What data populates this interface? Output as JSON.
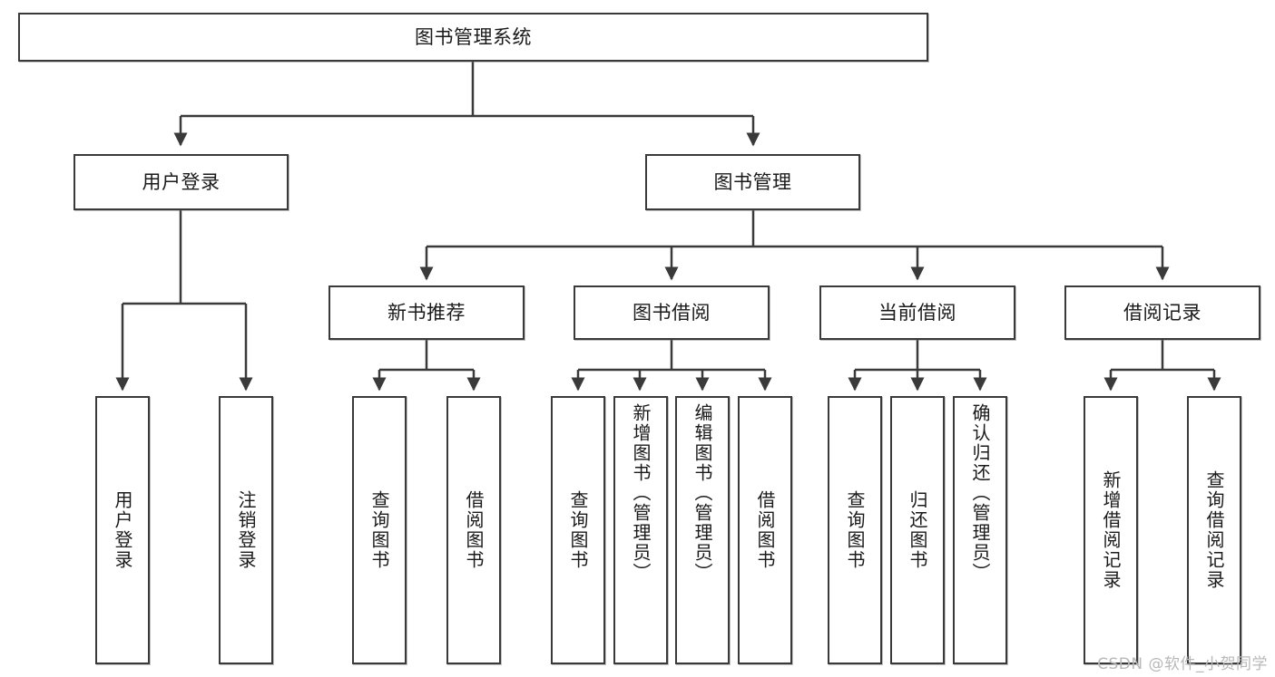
{
  "diagram": {
    "title": "图书管理系统",
    "type": "hierarchical-tree",
    "watermark": "CSDN @软件_小贺同学",
    "colors": {
      "stroke": "#3a3a3a",
      "background": "#ffffff",
      "text": "#1a1a1a",
      "watermark": "#b8b8b8"
    },
    "levels": {
      "root": {
        "label": "图书管理系统"
      },
      "level2": [
        {
          "label": "用户登录"
        },
        {
          "label": "图书管理"
        }
      ],
      "level3": [
        {
          "label": "新书推荐"
        },
        {
          "label": "图书借阅"
        },
        {
          "label": "当前借阅"
        },
        {
          "label": "借阅记录"
        }
      ],
      "leaves": {
        "user_login": [
          {
            "label": "用户登录"
          },
          {
            "label": "注销登录"
          }
        ],
        "new_book_recommend": [
          {
            "label": "查询图书"
          },
          {
            "label": "借阅图书"
          }
        ],
        "book_borrow": [
          {
            "label": "查询图书"
          },
          {
            "label": "新增图书（管理员）"
          },
          {
            "label": "编辑图书（管理员）"
          },
          {
            "label": "借阅图书"
          }
        ],
        "current_borrow": [
          {
            "label": "查询图书"
          },
          {
            "label": "归还图书"
          },
          {
            "label": "确认归还（管理员）"
          }
        ],
        "borrow_record": [
          {
            "label": "新增借阅记录"
          },
          {
            "label": "查询借阅记录"
          }
        ]
      }
    }
  }
}
